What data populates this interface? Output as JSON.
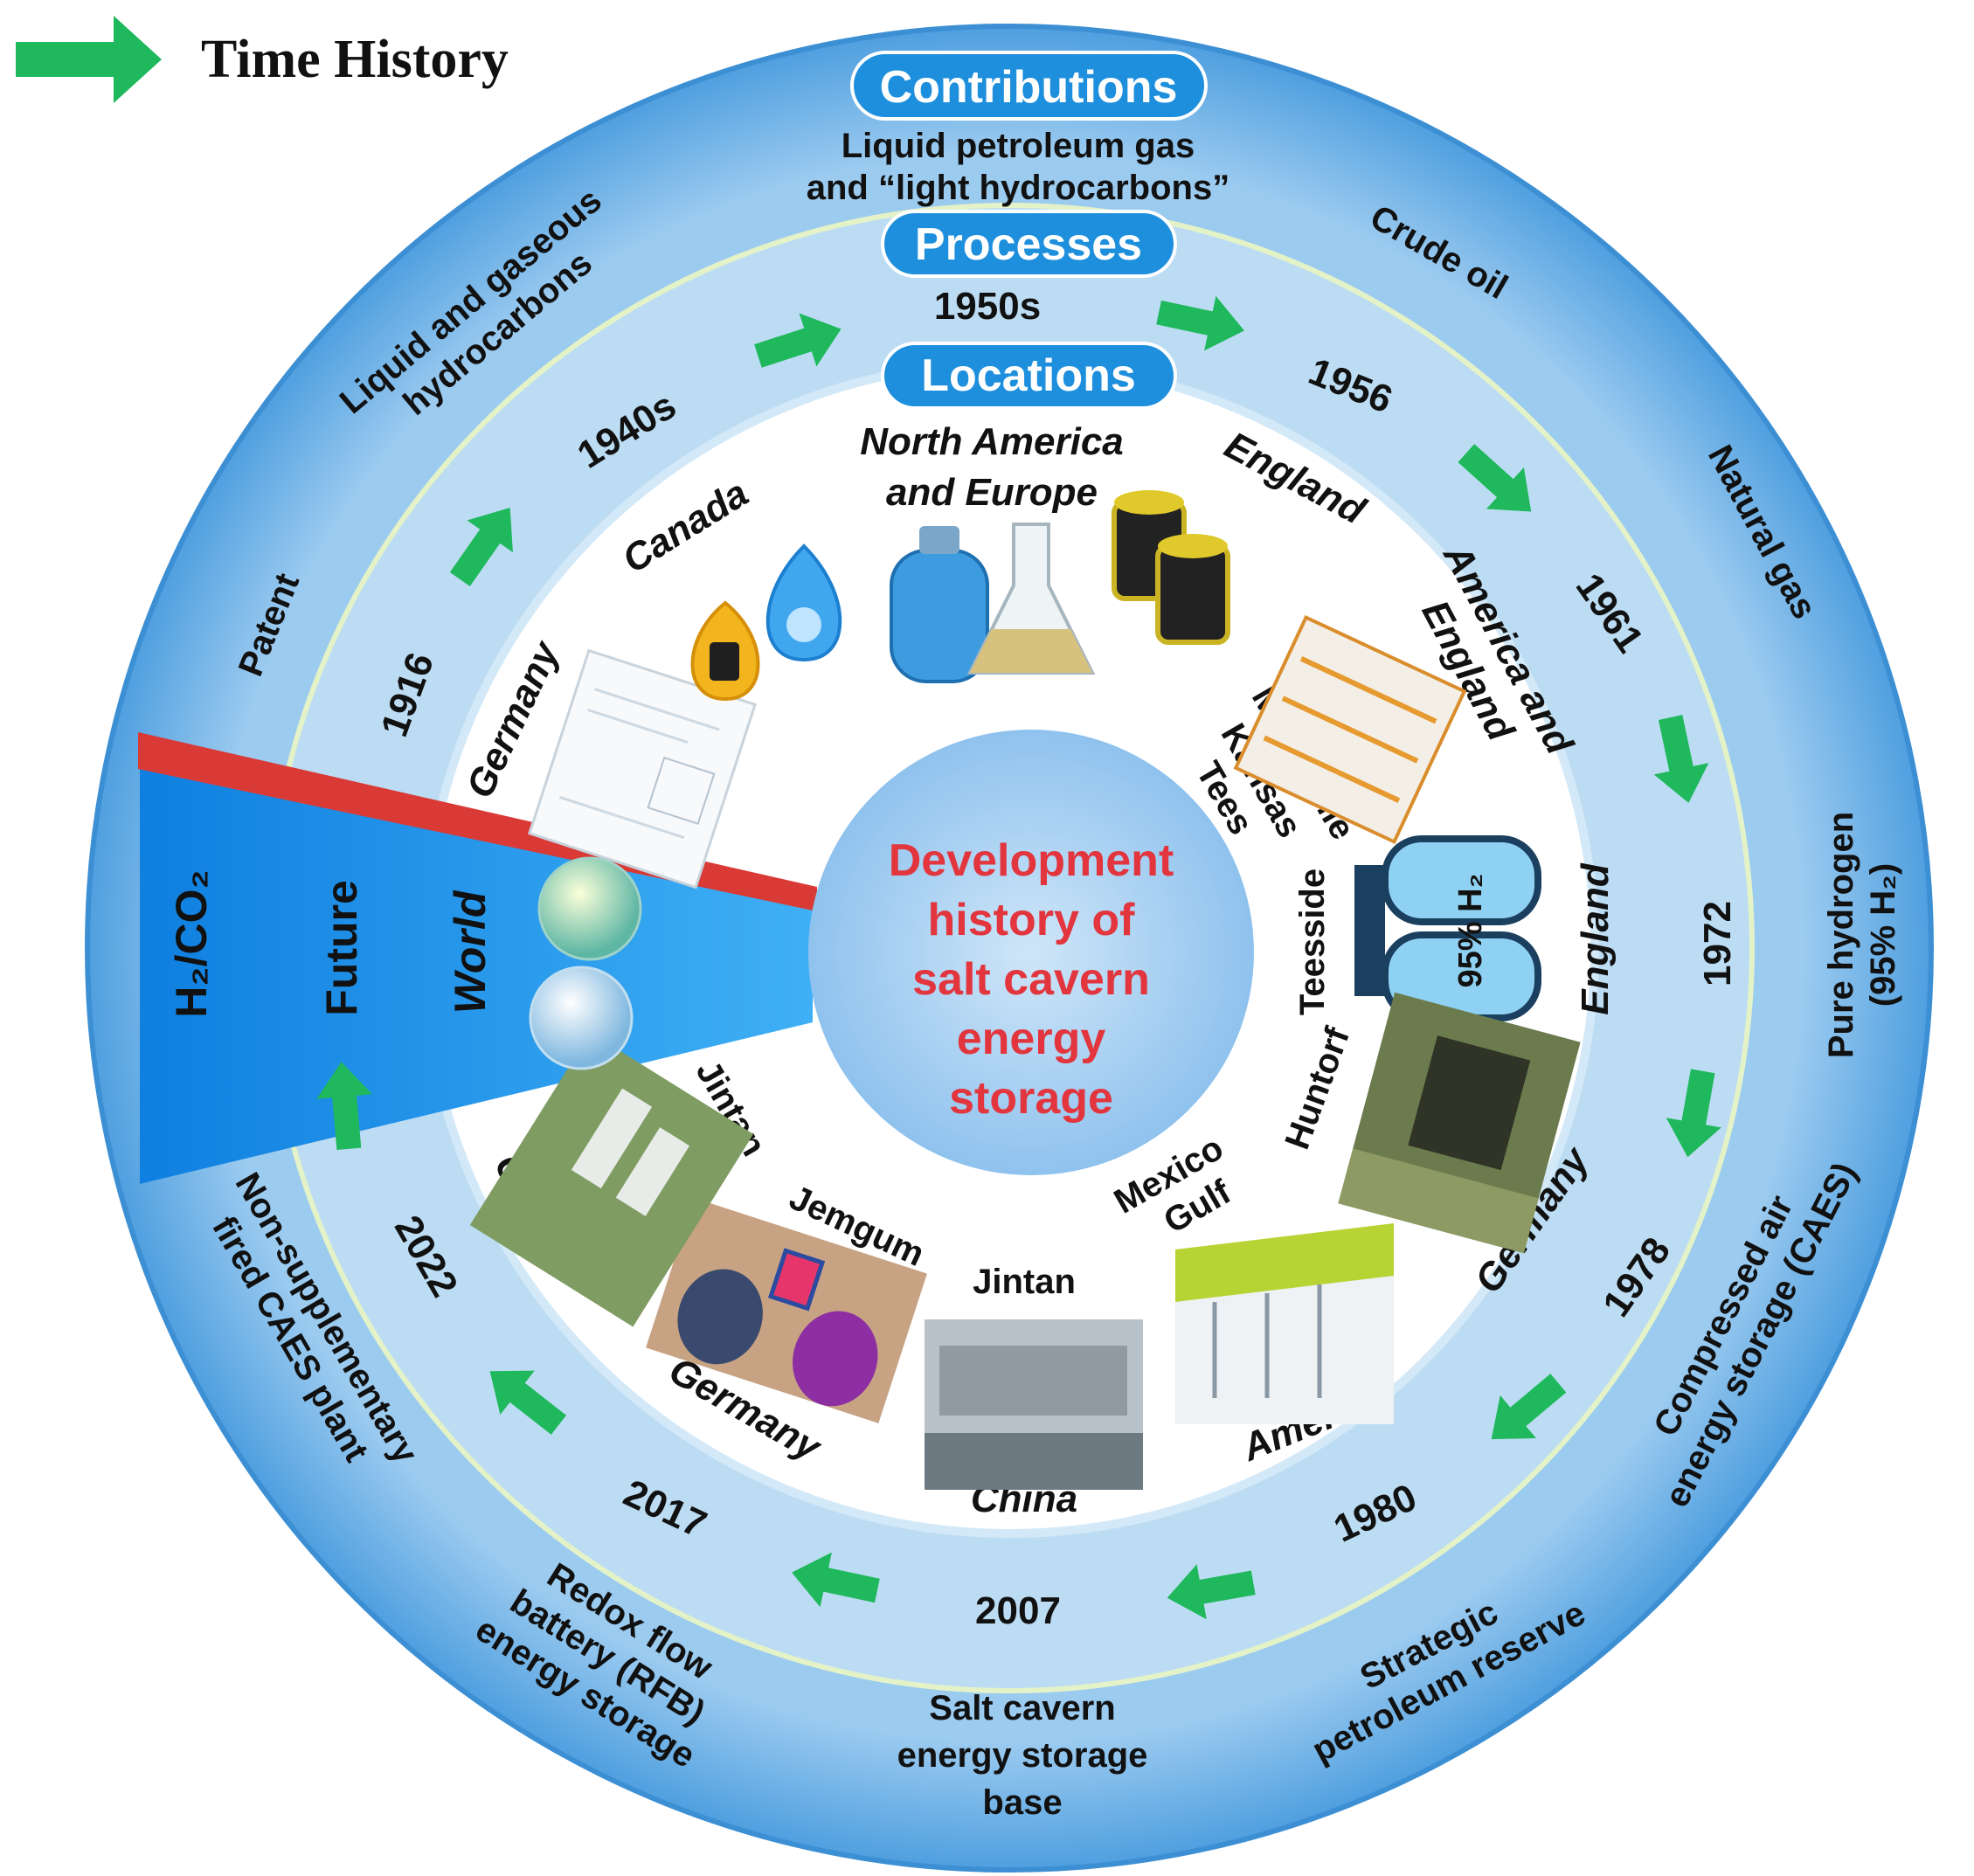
{
  "legend": {
    "label": "Time History",
    "arrow_color": "#1fb85c"
  },
  "center_title": [
    "Development",
    "history of",
    "salt cavern",
    "energy",
    "storage"
  ],
  "ring_headers": {
    "contributions": "Contributions",
    "processes": "Processes",
    "locations": "Locations"
  },
  "contributions": {
    "top": [
      "Liquid petroleum gas",
      "and “light hydrocarbons”"
    ],
    "crude_oil": "Crude oil",
    "natural_gas": "Natural gas",
    "pure_hydrogen": [
      "Pure hydrogen",
      "(95% H₂)"
    ],
    "caes": [
      "Compressed air",
      "energy storage (CAES)"
    ],
    "spr": [
      "Strategic",
      "petroleum reserve"
    ],
    "salt_cavern_base": [
      "Salt cavern",
      "energy storage",
      "base"
    ],
    "rfb": [
      "Redox flow",
      "battery (RFB)",
      "energy storage"
    ],
    "non_supplementary": [
      "Non-supplementary",
      "fired CAES plant"
    ],
    "patent": "Patent",
    "hydrocarbons": [
      "Liquid and gaseous",
      "hydrocarbons"
    ],
    "future": "H₂/CO₂"
  },
  "years": {
    "y1916": "1916",
    "y1940s": "1940s",
    "y1950s": "1950s",
    "y1956": "1956",
    "y1961": "1961",
    "y1972": "1972",
    "y1978": "1978",
    "y1980": "1980",
    "y2007": "2007",
    "y2017": "2017",
    "y2022": "2022",
    "future": "Future"
  },
  "locations": {
    "germany_1916": "Germany",
    "canada": "Canada",
    "north_america_europe": [
      "North America",
      "and  Europe"
    ],
    "england_1956": "England",
    "america_england": [
      "America and",
      "England"
    ],
    "marysville": "Marysville",
    "kansas": "Kansas",
    "tees": "Tees",
    "teesside": "Teesside",
    "england_1972": "England",
    "huntorf": "Huntorf",
    "germany_1978": "Germany",
    "mexico_gulf": [
      "Mexico",
      "Gulf"
    ],
    "america_1980": "America",
    "jintan_2007": "Jintan",
    "china_2007": "China",
    "jemgum": "Jemgum",
    "germany_2017": "Germany",
    "jintan_2022": "Jintan",
    "china_2022": "China",
    "world": "World"
  },
  "tank_label": "95% H₂",
  "colors": {
    "outer_ring": "#5ea9e2",
    "middle_ring": "#bcdcf3",
    "inner_disc": "#ffffff",
    "center_disc": "#a9cff0",
    "pill": "#1e8fdc",
    "arrow": "#1fb85c",
    "future_wedge": "#1a8fe6",
    "future_stripe": "#d93a36",
    "center_text": "#e2353d"
  }
}
